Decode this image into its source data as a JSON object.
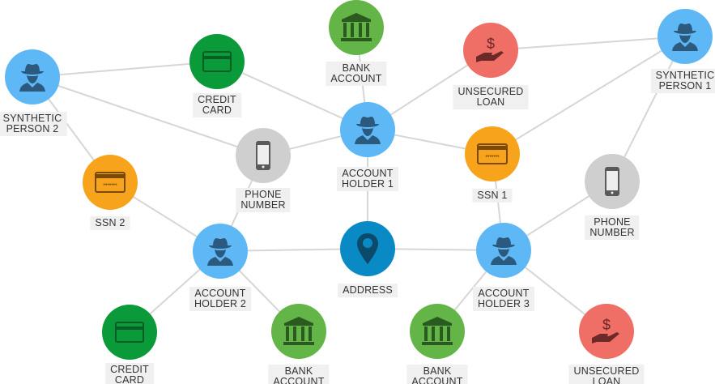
{
  "colors": {
    "person": "#5fb8f6",
    "credit_card": "#0a9a3a",
    "bank": "#63b548",
    "loan": "#ef6e66",
    "phone": "#cfcfcf",
    "ssn": "#f7a31c",
    "address": "#0a8ac4",
    "edge": "#d6d6d6"
  },
  "nodes": [
    {
      "id": "sp2",
      "type": "person",
      "icon": "spy-icon",
      "label": "SYNTHETIC\nPERSON 2"
    },
    {
      "id": "cc1",
      "type": "card",
      "icon": "credit-card-icon",
      "label": "CREDIT\nCARD"
    },
    {
      "id": "bank1",
      "type": "bank",
      "icon": "bank-icon",
      "label": "BANK\nACCOUNT"
    },
    {
      "id": "loan1",
      "type": "loan",
      "icon": "loan-hand-dollar-icon",
      "label": "UNSECURED\nLOAN"
    },
    {
      "id": "sp1",
      "type": "person",
      "icon": "spy-icon",
      "label": "SYNTHETIC\nPERSON 1"
    },
    {
      "id": "phone1",
      "type": "phone",
      "icon": "phone-icon",
      "label": "PHONE\nNUMBER"
    },
    {
      "id": "ah1",
      "type": "person",
      "icon": "spy-icon",
      "label": "ACCOUNT\nHOLDER 1"
    },
    {
      "id": "ssn1",
      "type": "ssn",
      "icon": "id-card-icon",
      "label": "SSN 1"
    },
    {
      "id": "ssn2",
      "type": "ssn",
      "icon": "id-card-icon",
      "label": "SSN 2"
    },
    {
      "id": "phone2",
      "type": "phone",
      "icon": "phone-icon",
      "label": "PHONE\nNUMBER"
    },
    {
      "id": "ah2",
      "type": "person",
      "icon": "spy-icon",
      "label": "ACCOUNT\nHOLDER 2"
    },
    {
      "id": "addr",
      "type": "addr",
      "icon": "map-pin-icon",
      "label": "ADDRESS"
    },
    {
      "id": "ah3",
      "type": "person",
      "icon": "spy-icon",
      "label": "ACCOUNT\nHOLDER 3"
    },
    {
      "id": "cc2",
      "type": "card",
      "icon": "credit-card-icon",
      "label": "CREDIT\nCARD"
    },
    {
      "id": "bank2",
      "type": "bank",
      "icon": "bank-icon",
      "label": "BANK\nACCOUNT"
    },
    {
      "id": "bank3",
      "type": "bank",
      "icon": "bank-icon",
      "label": "BANK\nACCOUNT"
    },
    {
      "id": "loan2",
      "type": "loan",
      "icon": "loan-hand-dollar-icon",
      "label": "UNSECURED\nLOAN"
    }
  ],
  "edges": [
    [
      "sp2",
      "cc1"
    ],
    [
      "sp2",
      "phone1"
    ],
    [
      "sp2",
      "ssn2"
    ],
    [
      "cc1",
      "ah1"
    ],
    [
      "bank1",
      "ah1"
    ],
    [
      "loan1",
      "ah1"
    ],
    [
      "loan1",
      "sp1"
    ],
    [
      "ah1",
      "phone1"
    ],
    [
      "ah1",
      "ssn1"
    ],
    [
      "ssn1",
      "sp1"
    ],
    [
      "ah1",
      "addr"
    ],
    [
      "phone1",
      "ah2"
    ],
    [
      "ssn2",
      "ah2"
    ],
    [
      "ah2",
      "addr"
    ],
    [
      "ah2",
      "cc2"
    ],
    [
      "ah2",
      "bank2"
    ],
    [
      "addr",
      "ah3"
    ],
    [
      "ssn1",
      "ah3"
    ],
    [
      "ah3",
      "phone2"
    ],
    [
      "phone2",
      "sp1"
    ],
    [
      "ah3",
      "bank3"
    ],
    [
      "ah3",
      "loan2"
    ]
  ]
}
